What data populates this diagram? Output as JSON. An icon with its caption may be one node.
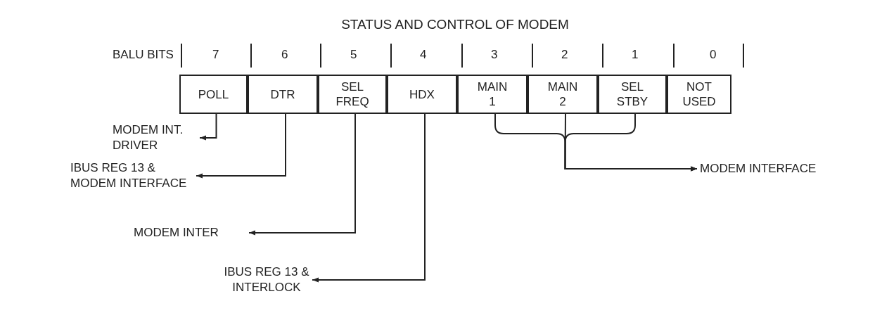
{
  "diagram": {
    "title": "STATUS AND CONTROL OF MODEM",
    "nodes": [
      {
        "text": [
          "POLL"
        ]
      },
      {
        "text": [
          "DTR"
        ]
      },
      {
        "text": [
          "SEL FREQ"
        ]
      },
      {
        "text": [
          "HDX"
        ]
      },
      {
        "text": [
          "MAIN 1"
        ]
      },
      {
        "text": [
          "MAIN 2"
        ]
      },
      {
        "text": [
          "SEL STBY"
        ]
      },
      {
        "text": [
          "NOT USED"
        ]
      },
      {
        "text": [
          "MODEM INT. DRIVER"
        ]
      },
      {
        "text": [
          "IBUS REG 13 & MODEM INTERFACE"
        ]
      },
      {
        "text": [
          "MODEM INTER"
        ]
      },
      {
        "text": [
          "IBUS REG 13 & INTERLOCK"
        ]
      },
      {
        "text": [
          "MODEM INTERFACE"
        ]
      }
    ],
    "edges": [
      {
        "from": 0,
        "to": 8,
        "arrow": "to"
      },
      {
        "from": 1,
        "to": 9,
        "arrow": "to"
      },
      {
        "from": 2,
        "to": 10,
        "arrow": "to"
      },
      {
        "from": 3,
        "to": 11,
        "arrow": "to"
      },
      {
        "from": 4,
        "to": 12,
        "arrow": "to"
      },
      {
        "from": 5,
        "to": 12,
        "arrow": "to"
      },
      {
        "from": 6,
        "to": 12,
        "arrow": "to"
      }
    ],
    "labels": [
      "BALU BITS",
      "7",
      "6",
      "5",
      "4",
      "3",
      "2",
      "1",
      "0"
    ]
  }
}
